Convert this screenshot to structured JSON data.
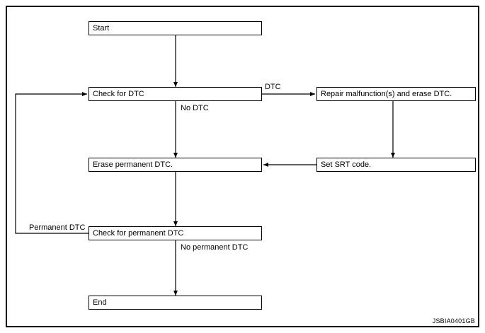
{
  "figure": {
    "code_label": "JSBIA0401GB",
    "frame_color": "#000000",
    "background_color": "#ffffff",
    "line_color": "#000000"
  },
  "nodes": [
    {
      "id": "start",
      "label": "Start"
    },
    {
      "id": "check_dtc",
      "label": "Check for DTC"
    },
    {
      "id": "repair",
      "label": "Repair malfunction(s) and erase DTC."
    },
    {
      "id": "erase_permanent",
      "label": "Erase permanent DTC."
    },
    {
      "id": "set_srt",
      "label": "Set SRT code."
    },
    {
      "id": "check_permanent",
      "label": "Check for permanent DTC"
    },
    {
      "id": "end",
      "label": "End"
    }
  ],
  "edge_labels": [
    {
      "id": "dtc",
      "label": "DTC"
    },
    {
      "id": "no_dtc",
      "label": "No DTC"
    },
    {
      "id": "permanent_dtc",
      "label": "Permanent DTC"
    },
    {
      "id": "no_permanent_dtc",
      "label": "No permanent DTC"
    }
  ]
}
